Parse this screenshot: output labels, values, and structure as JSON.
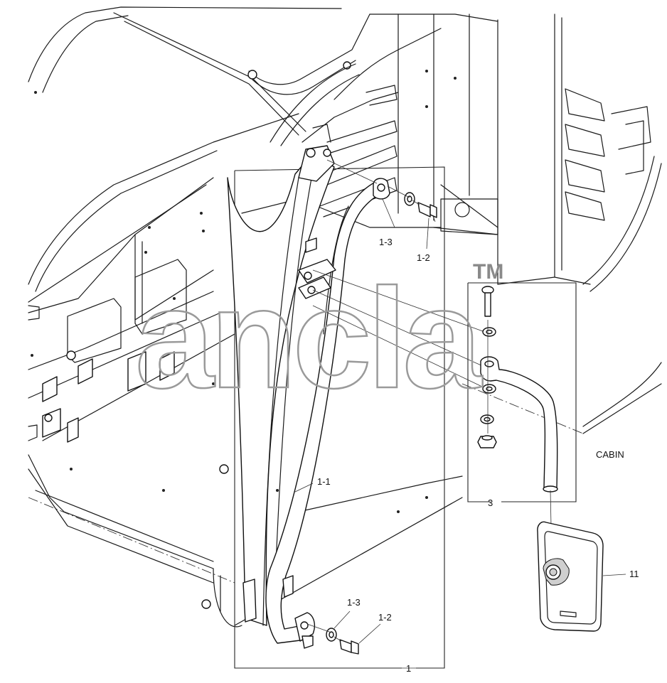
{
  "watermark": {
    "text": "ancla",
    "trademark": "TM"
  },
  "labels": {
    "group_label": "CABIN",
    "callouts": [
      {
        "id": "callout-1-3-top",
        "text": "1-3"
      },
      {
        "id": "callout-1-2-top",
        "text": "1-2"
      },
      {
        "id": "callout-1-1",
        "text": "1-1"
      },
      {
        "id": "callout-1-3-bottom",
        "text": "1-3"
      },
      {
        "id": "callout-1-2-bottom",
        "text": "1-2"
      },
      {
        "id": "callout-1",
        "text": "1"
      },
      {
        "id": "callout-3",
        "text": "3"
      },
      {
        "id": "callout-11",
        "text": "11"
      }
    ]
  }
}
